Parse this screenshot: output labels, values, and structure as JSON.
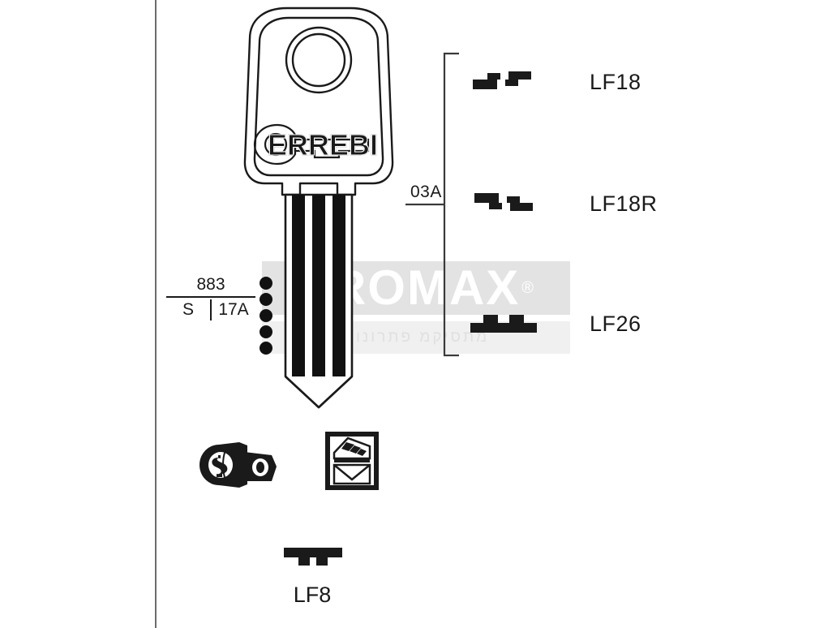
{
  "document": {
    "brand_on_key": "ERREBI",
    "watermark": {
      "text": "PROMAX",
      "registered_mark": "®",
      "subtitle": "מתסיקמ פתרונות"
    }
  },
  "reference": {
    "code_top": "883",
    "code_left": "S",
    "code_right": "17A"
  },
  "bracket": {
    "label": "03A"
  },
  "profiles": [
    {
      "id": "lf18",
      "label": "LF18",
      "shape": "stepped-profile"
    },
    {
      "id": "lf18r",
      "label": "LF18R",
      "shape": "stepped-profile-mirrored"
    },
    {
      "id": "lf26",
      "label": "LF26",
      "shape": "plateau-profile"
    }
  ],
  "bottom": {
    "profile": {
      "id": "lf8",
      "label": "LF8",
      "shape": "tee-profile"
    },
    "applications": [
      {
        "id": "cam-lock",
        "name": "cam-lock-icon"
      },
      {
        "id": "mailbox",
        "name": "mailbox-icon"
      }
    ]
  },
  "colors": {
    "ink": "#1a1a1a",
    "rule": "#6d6d6d",
    "watermark_band": "#e3e3e3",
    "watermark_text": "#ffffff",
    "paper": "#ffffff"
  }
}
